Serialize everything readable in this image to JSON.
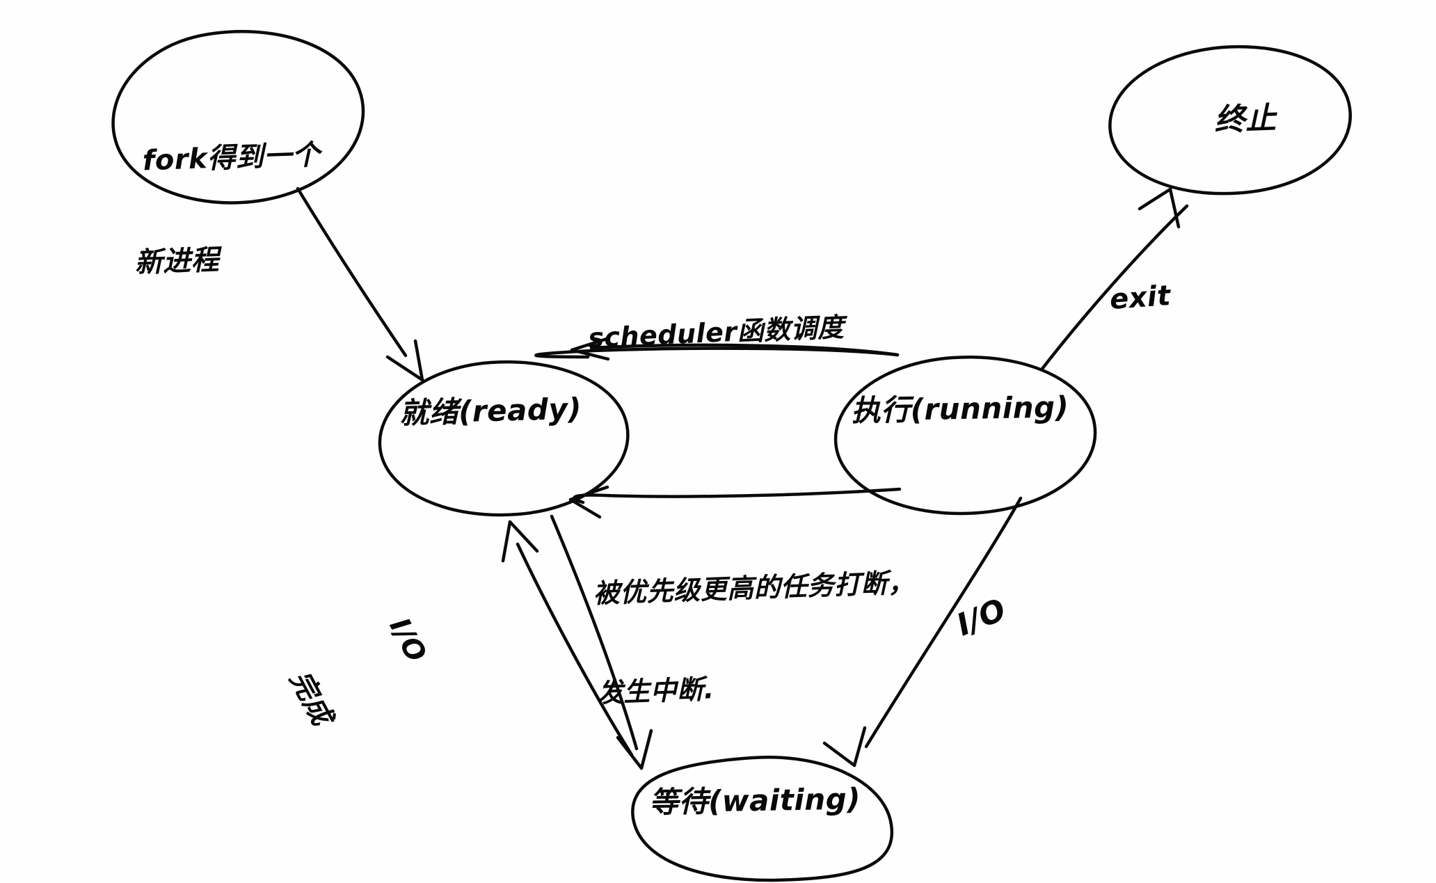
{
  "diagram": {
    "title": "进程状态转换图",
    "style": "hand-drawn whiteboard sketch",
    "ink_color": "#0a0a0a",
    "background_color": "#ffffff",
    "nodes": [
      {
        "id": "fork",
        "label_line1": "fork得到一个",
        "label_line2": "新进程",
        "shape": "ellipse"
      },
      {
        "id": "ready",
        "label": "就绪(ready)",
        "shape": "ellipse"
      },
      {
        "id": "running",
        "label": "执行(running)",
        "shape": "ellipse"
      },
      {
        "id": "waiting",
        "label": "等待(waiting)",
        "shape": "ellipse"
      },
      {
        "id": "terminate",
        "label": "终止",
        "shape": "ellipse"
      }
    ],
    "edges": [
      {
        "id": "fork-to-ready",
        "from": "fork",
        "to": "ready",
        "label": ""
      },
      {
        "id": "running-to-ready",
        "from": "running",
        "to": "ready",
        "label": "scheduler函数调度"
      },
      {
        "id": "ready-to-running",
        "from": "ready",
        "to": "running",
        "label_line1": "被优先级更高的任务打断，",
        "label_line2": "发生中断."
      },
      {
        "id": "running-to-terminate",
        "from": "running",
        "to": "terminate",
        "label": "exit"
      },
      {
        "id": "running-to-waiting",
        "from": "running",
        "to": "waiting",
        "label": "I/O"
      },
      {
        "id": "waiting-to-ready",
        "from": "waiting",
        "to": "ready",
        "label_line1": "I/O",
        "label_line2": "完成"
      }
    ]
  },
  "labels": {
    "fork_line1": "fork得到一个",
    "fork_line2": "新进程",
    "ready": "就绪(ready)",
    "running": "执行(running)",
    "waiting": "等待(waiting)",
    "terminate": "终止",
    "scheduler": "scheduler函数调度",
    "preempt_line1": "被优先级更高的任务打断，",
    "preempt_line2": "发生中断.",
    "exit": "exit",
    "io_right": "I/O",
    "io_done_line1": "I/O",
    "io_done_line2": "完成"
  }
}
